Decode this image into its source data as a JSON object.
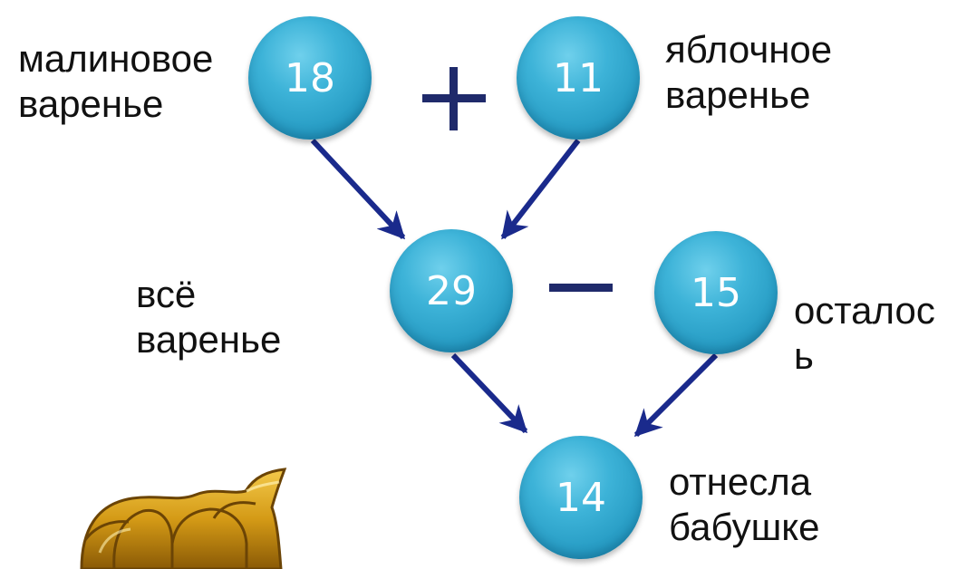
{
  "nodes": {
    "raspberry": "18",
    "apple": "11",
    "total": "29",
    "left": "15",
    "given": "14"
  },
  "labels": {
    "raspberry": "малиновое\nваренье",
    "apple": "яблочное\nваренье",
    "total": "всё\nваренье",
    "left": "осталос\nь",
    "given": "отнесла\nбабушке"
  },
  "operators": {
    "plus": "+",
    "minus": "−"
  },
  "colors": {
    "node": "#3db3d8",
    "arrow": "#1a2a8c",
    "operator": "#1f2a6b",
    "text": "#111111"
  }
}
